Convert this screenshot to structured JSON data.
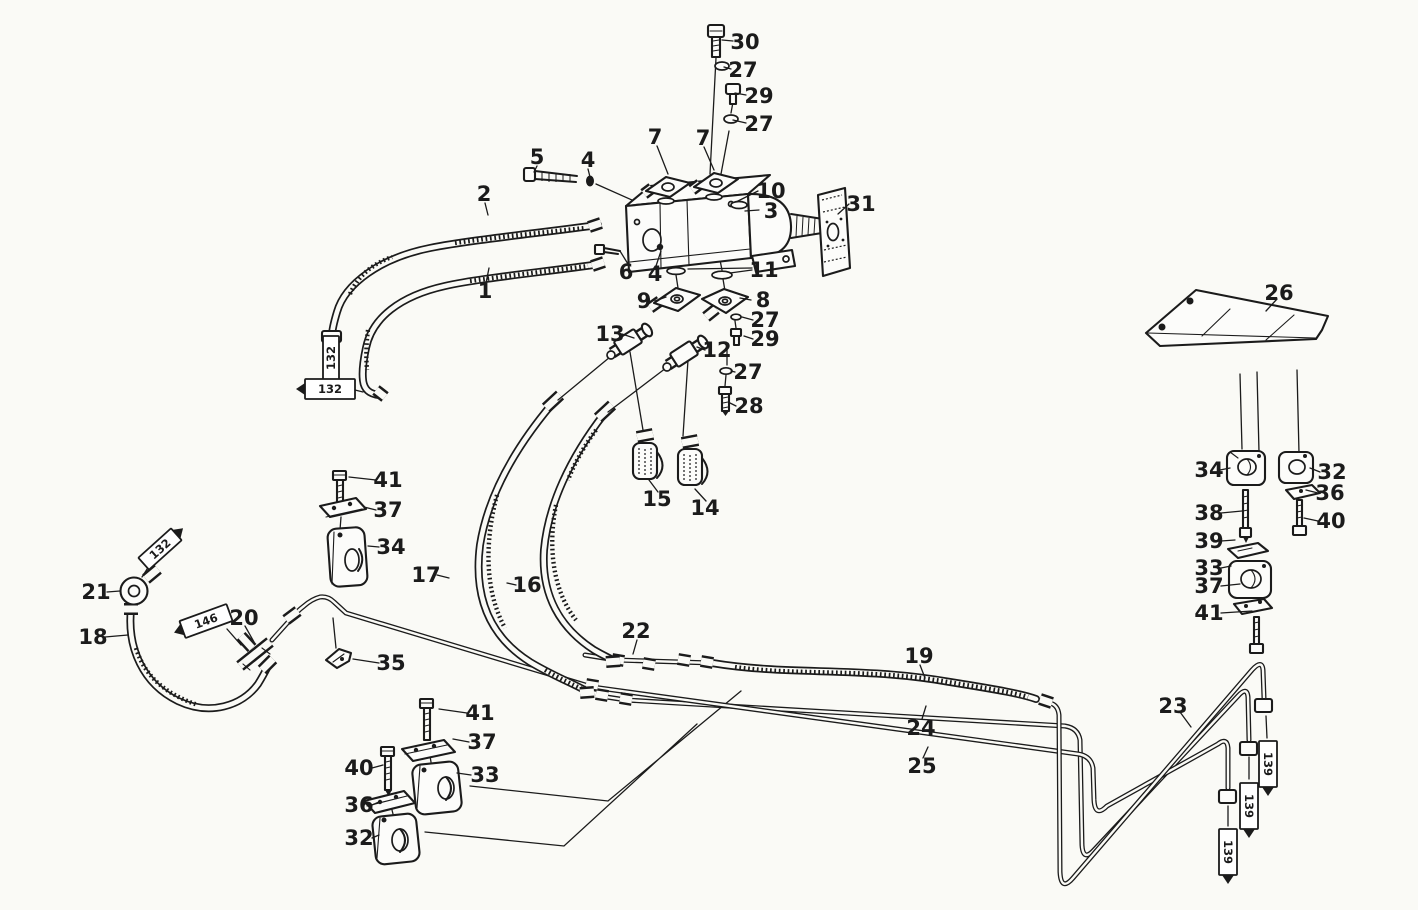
{
  "figure": {
    "paper_color": "#fafaf6",
    "ink_color": "#1b1b1b",
    "tag_fill": "#ffffff"
  },
  "callouts": {
    "c30": {
      "part": "30"
    },
    "c27a": {
      "part": "27"
    },
    "c29a": {
      "part": "29"
    },
    "c27b": {
      "part": "27"
    },
    "c7a": {
      "part": "7"
    },
    "c7b": {
      "part": "7"
    },
    "c5": {
      "part": "5"
    },
    "c4a": {
      "part": "4"
    },
    "c2": {
      "part": "2"
    },
    "c10": {
      "part": "10"
    },
    "c3": {
      "part": "3"
    },
    "c31": {
      "part": "31"
    },
    "c1": {
      "part": "1"
    },
    "c6": {
      "part": "6"
    },
    "c4b": {
      "part": "4"
    },
    "c11": {
      "part": "11"
    },
    "c9": {
      "part": "9"
    },
    "c8": {
      "part": "8"
    },
    "c27c": {
      "part": "27"
    },
    "c29b": {
      "part": "29"
    },
    "c13": {
      "part": "13"
    },
    "c12": {
      "part": "12"
    },
    "c27d": {
      "part": "27"
    },
    "c28": {
      "part": "28"
    },
    "c26": {
      "part": "26"
    },
    "c15": {
      "part": "15"
    },
    "c14": {
      "part": "14"
    },
    "c41a": {
      "part": "41"
    },
    "c37a": {
      "part": "37"
    },
    "c34a": {
      "part": "34"
    },
    "c17": {
      "part": "17"
    },
    "c16": {
      "part": "16"
    },
    "c34r": {
      "part": "34"
    },
    "c32r": {
      "part": "32"
    },
    "c36r": {
      "part": "36"
    },
    "c38": {
      "part": "38"
    },
    "c40r": {
      "part": "40"
    },
    "c39": {
      "part": "39"
    },
    "c33r": {
      "part": "33"
    },
    "c37r": {
      "part": "37"
    },
    "c41r": {
      "part": "41"
    },
    "c21": {
      "part": "21"
    },
    "c18": {
      "part": "18"
    },
    "c20": {
      "part": "20"
    },
    "c35": {
      "part": "35"
    },
    "c22": {
      "part": "22"
    },
    "c19": {
      "part": "19"
    },
    "c24": {
      "part": "24"
    },
    "c25": {
      "part": "25"
    },
    "c23": {
      "part": "23"
    },
    "c41c": {
      "part": "41"
    },
    "c37c": {
      "part": "37"
    },
    "c33c": {
      "part": "33"
    },
    "c40b": {
      "part": "40"
    },
    "c36b": {
      "part": "36"
    },
    "c32b": {
      "part": "32"
    }
  },
  "ref_tags": {
    "t132v": {
      "label": "132"
    },
    "t132h": {
      "label": "132"
    },
    "t132a": {
      "label": "132"
    },
    "t146": {
      "label": "146"
    },
    "t139a": {
      "label": "139"
    },
    "t139b": {
      "label": "139"
    },
    "t139c": {
      "label": "139"
    }
  }
}
